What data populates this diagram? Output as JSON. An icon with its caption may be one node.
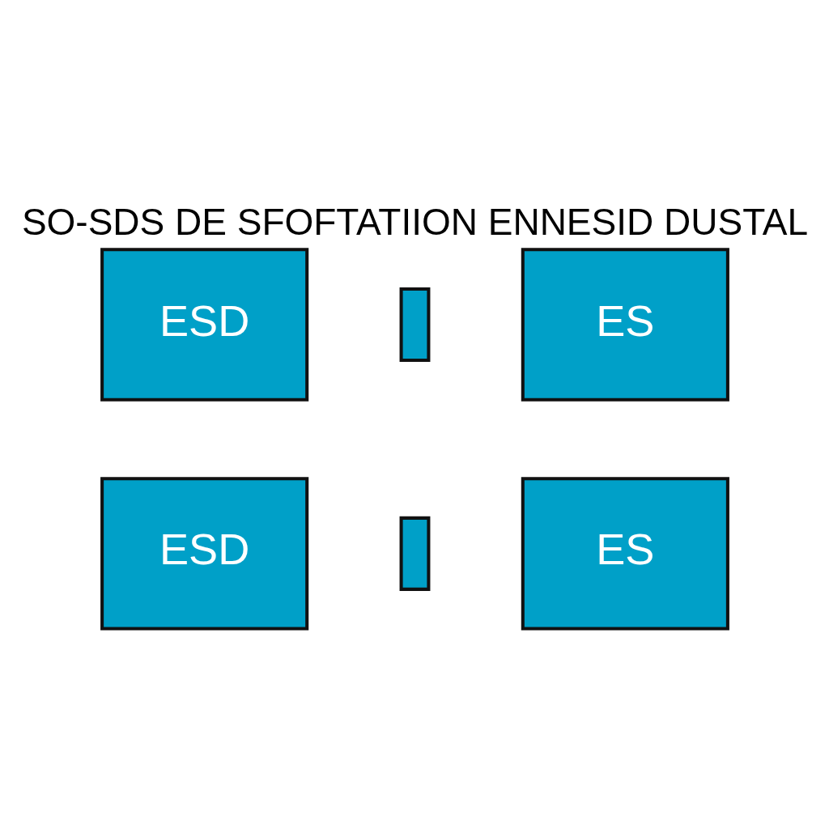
{
  "diagram": {
    "title": "SO-SDS DE SFOFTATIION ENNESID DUSTAL",
    "nodes": [
      {
        "text": [
          "ESD"
        ]
      },
      {
        "text": [],
        "shape": "bar"
      },
      {
        "text": [
          "ES"
        ]
      },
      {
        "text": [
          "ESD"
        ]
      },
      {
        "text": [],
        "shape": "bar"
      },
      {
        "text": [
          "ES"
        ]
      }
    ],
    "edges": []
  }
}
